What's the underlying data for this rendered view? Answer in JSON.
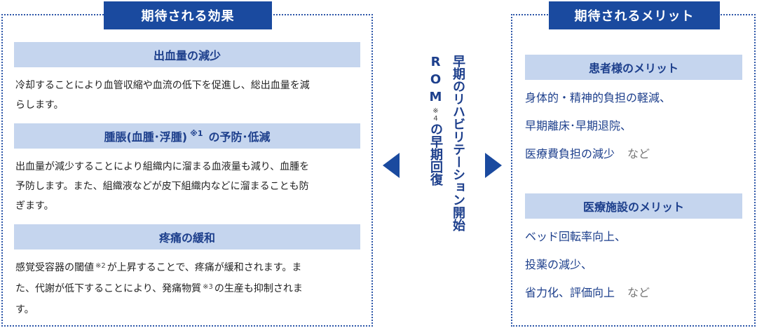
{
  "left": {
    "tab": "期待される効果",
    "sections": [
      {
        "title": "出血量の減少",
        "lines": [
          "冷却することにより血管収縮や血流の低下を促進し、総出血量を減",
          "らします。"
        ]
      },
      {
        "title": "腫脹(血腫･浮腫)",
        "title_note": "※1",
        "title_after": "の予防･低減",
        "lines": [
          "出血量が減少することにより組織内に溜まる血液量も減り、血腫を",
          "予防します。また、組織液などが皮下組織内などに溜まることも防",
          "ぎます。"
        ]
      },
      {
        "title": "疼痛の緩和",
        "line1_a": "感覚受容器の閾値",
        "line1_note": "※2",
        "line1_b": "が上昇することで、疼痛が緩和されます。ま",
        "line2_a": "た、代謝が低下することにより、発痛物質",
        "line2_note": "※3",
        "line2_b": "の生産も抑制されま",
        "line3": "す。"
      }
    ]
  },
  "center": {
    "col1": "早期のリハビリテーション開始",
    "col2_rom": "ROM",
    "col2_note": "※4",
    "col2_rest": "の早期回復"
  },
  "right": {
    "tab": "期待されるメリット",
    "patient": {
      "title": "患者様のメリット",
      "items": [
        "身体的・精神的負担の軽減、",
        "早期離床･早期退院、",
        "医療費負担の減少"
      ],
      "etc": "など"
    },
    "facility": {
      "title": "医療施設のメリット",
      "items": [
        "ベッド回転率向上、",
        "投薬の減少、",
        "省力化、評価向上"
      ],
      "etc": "など"
    }
  },
  "colors": {
    "accent": "#1a4a9f",
    "heading_bg": "#c5d5ee",
    "heading_text": "#1d3f8c"
  }
}
